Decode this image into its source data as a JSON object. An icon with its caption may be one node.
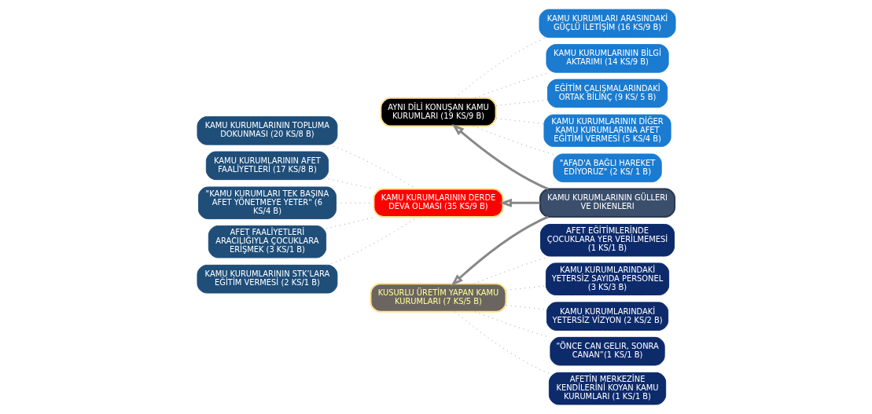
{
  "diagram": {
    "nodes": [
      {
        "text": [
          "KAMU KURUMLARININ GÜLLERI VE DIKENLERI"
        ]
      },
      {
        "text": [
          "KAMU KURUMLARININ DERDE DEVA OLMASI (35 KS/9 B)"
        ]
      },
      {
        "text": [
          "AYNI DİLİ KONUŞAN KAMU KURUMLARI (19 KS/9 B)"
        ]
      },
      {
        "text": [
          "KUSURLU ÜRETİM YAPAN KAMU KURUMLARI (7 KS/5 B)"
        ]
      },
      {
        "text": [
          "KAMU KURUMLARININ TOPLUMA DOKUNMASI (20 KS/8 B)"
        ]
      },
      {
        "text": [
          "KAMU KURUMLARININ AFET FAALİYETLERİ (17 KS/8 B)"
        ]
      },
      {
        "text": [
          "\"KAMU KURUMLARI TEK BAŞINA AFET YÖNETMEYE YETER\" (6 KS/4 B)"
        ]
      },
      {
        "text": [
          "AFET FAALİYETLERİ ARACILIĞIYLA ÇOCUKLARA ERİŞMEK (3 KS/1 B)"
        ]
      },
      {
        "text": [
          "KAMU KURUMLARININ STK’LARA EĞİTİM VERMESİ (2 KS/1 B)"
        ]
      },
      {
        "text": [
          "KAMU KURUMLARI ARASINDAKİ GÜÇLÜ İLETİŞİM (16 KS/9 B)"
        ]
      },
      {
        "text": [
          "KAMU KURUMLARININ BİLGİ AKTARIMI (14 KS/9 B)"
        ]
      },
      {
        "text": [
          "EĞİTİM ÇALIŞMALARINDAKİ ORTAK BİLİNÇ (9 KS/ 5 B)"
        ]
      },
      {
        "text": [
          "KAMU KURUMLARININ DİĞER KAMU KURUMLARINA AFET EĞİTİMİ VERMESİ (5 KS/4 B)"
        ]
      },
      {
        "text": [
          "\"AFAD'A BAĞLI HAREKET EDİYORUZ\" (2 KS/ 1 B)"
        ]
      },
      {
        "text": [
          "KAMU KURUMLARINDAKİ YETERSİZ SAYIDA PERSONEL (3 KS/3 B)"
        ]
      },
      {
        "text": [
          "KAMU KURUMLARINDAKİ YETERSİZ VİZYON (2 KS/2 B)"
        ]
      },
      {
        "text": [
          "“ÖNCE CAN GELIR, SONRA CANAN”(1 KS/1 B)"
        ]
      },
      {
        "text": [
          "AFETİN MERKEZİNE KENDİLERİNİ KOYAN KAMU KURUMLARI (1 KS/1 B)"
        ]
      },
      {
        "text": [
          "AFET EĞİTİMLERİNDE ÇOCUKLARA YER VERİLMEMESİ (1 KS/1 B)"
        ]
      }
    ],
    "edges": [
      {
        "from": 0,
        "to": 1,
        "arrow": "to",
        "style": "thick"
      },
      {
        "from": 0,
        "to": 2,
        "arrow": "to",
        "style": "thick"
      },
      {
        "from": 0,
        "to": 3,
        "arrow": "to",
        "style": "thick"
      },
      {
        "from": 1,
        "to": 4,
        "arrow": "none",
        "style": "dashed"
      },
      {
        "from": 1,
        "to": 5,
        "arrow": "none",
        "style": "dashed"
      },
      {
        "from": 1,
        "to": 6,
        "arrow": "none",
        "style": "dashed"
      },
      {
        "from": 1,
        "to": 7,
        "arrow": "none",
        "style": "dashed"
      },
      {
        "from": 1,
        "to": 8,
        "arrow": "none",
        "style": "dashed"
      },
      {
        "from": 2,
        "to": 9,
        "arrow": "none",
        "style": "dashed"
      },
      {
        "from": 2,
        "to": 10,
        "arrow": "none",
        "style": "dashed"
      },
      {
        "from": 2,
        "to": 11,
        "arrow": "none",
        "style": "dashed"
      },
      {
        "from": 2,
        "to": 12,
        "arrow": "none",
        "style": "dashed"
      },
      {
        "from": 2,
        "to": 13,
        "arrow": "none",
        "style": "dashed"
      },
      {
        "from": 3,
        "to": 14,
        "arrow": "none",
        "style": "dashed"
      },
      {
        "from": 3,
        "to": 15,
        "arrow": "none",
        "style": "dashed"
      },
      {
        "from": 3,
        "to": 16,
        "arrow": "none",
        "style": "dashed"
      },
      {
        "from": 3,
        "to": 17,
        "arrow": "none",
        "style": "dashed"
      },
      {
        "from": 3,
        "to": 18,
        "arrow": "none",
        "style": "dashed"
      }
    ]
  }
}
